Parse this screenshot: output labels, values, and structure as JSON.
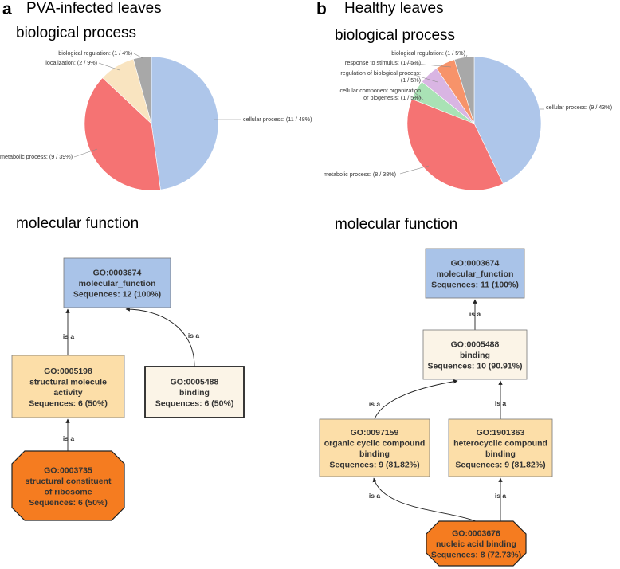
{
  "panels": [
    {
      "letter": "a",
      "title": "PVA-infected leaves",
      "bp_heading": "biological process",
      "mf_heading": "molecular function"
    },
    {
      "letter": "b",
      "title": "Healthy leaves",
      "bp_heading": "biological process",
      "mf_heading": "molecular function"
    }
  ],
  "chart_data": [
    {
      "type": "pie",
      "panel": "a",
      "title": "biological process",
      "slices": [
        {
          "label": "cellular process: (11 / 48%)",
          "value": 11,
          "percent": 48,
          "color": "#aec6ea"
        },
        {
          "label": "metabolic process: (9 / 39%)",
          "value": 9,
          "percent": 39,
          "color": "#f57373"
        },
        {
          "label": "localization: (2 / 9%)",
          "value": 2,
          "percent": 9,
          "color": "#f9e4c0"
        },
        {
          "label": "biological regulation: (1 / 4%)",
          "value": 1,
          "percent": 4,
          "color": "#a8a8a8"
        }
      ]
    },
    {
      "type": "pie",
      "panel": "b",
      "title": "biological process",
      "slices": [
        {
          "label": "cellular process: (9 / 43%)",
          "value": 9,
          "percent": 43,
          "color": "#aec6ea"
        },
        {
          "label": "metabolic process: (8 / 38%)",
          "value": 8,
          "percent": 38,
          "color": "#f57373"
        },
        {
          "label": "cellular component organization or biogenesis: (1 / 5%)",
          "value": 1,
          "percent": 5,
          "color": "#a9e2b5"
        },
        {
          "label": "regulation of biological process: (1 / 5%)",
          "value": 1,
          "percent": 5,
          "color": "#d9b5e3"
        },
        {
          "label": "response to stimulus: (1 / 5%)",
          "value": 1,
          "percent": 5,
          "color": "#f7936a"
        },
        {
          "label": "biological regulation: (1 / 5%)",
          "value": 1,
          "percent": 5,
          "color": "#a8a8a8"
        }
      ]
    }
  ],
  "graph_a": {
    "nodes": [
      {
        "id": "mf",
        "lines": [
          "GO:0003674",
          "molecular_function",
          "Sequences: 12 (100%)"
        ],
        "fill": "#a9c3e8"
      },
      {
        "id": "smA",
        "lines": [
          "GO:0005198",
          "structural molecule",
          "activity",
          "Sequences: 6 (50%)"
        ],
        "fill": "#fcdea8"
      },
      {
        "id": "bind",
        "lines": [
          "GO:0005488",
          "binding",
          "Sequences: 6 (50%)"
        ],
        "fill": "#fbf4e7"
      },
      {
        "id": "ribo",
        "lines": [
          "GO:0003735",
          "structural constituent",
          "of ribosome",
          "Sequences: 6 (50%)"
        ],
        "fill": "#f57c20"
      }
    ],
    "edge_label": "is a"
  },
  "graph_b": {
    "nodes": [
      {
        "id": "mf",
        "lines": [
          "GO:0003674",
          "molecular_function",
          "Sequences: 11 (100%)"
        ],
        "fill": "#a9c3e8"
      },
      {
        "id": "bind",
        "lines": [
          "GO:0005488",
          "binding",
          "Sequences: 10 (90.91%)"
        ],
        "fill": "#fbf4e7"
      },
      {
        "id": "occ",
        "lines": [
          "GO:0097159",
          "organic cyclic compound",
          "binding",
          "Sequences: 9 (81.82%)"
        ],
        "fill": "#fcdea8"
      },
      {
        "id": "hcc",
        "lines": [
          "GO:1901363",
          "heterocyclic compound",
          "binding",
          "Sequences: 9 (81.82%)"
        ],
        "fill": "#fcdea8"
      },
      {
        "id": "nab",
        "lines": [
          "GO:0003676",
          "nucleic acid binding",
          "Sequences: 8 (72.73%)"
        ],
        "fill": "#f57c20"
      }
    ],
    "edge_label": "is a"
  }
}
